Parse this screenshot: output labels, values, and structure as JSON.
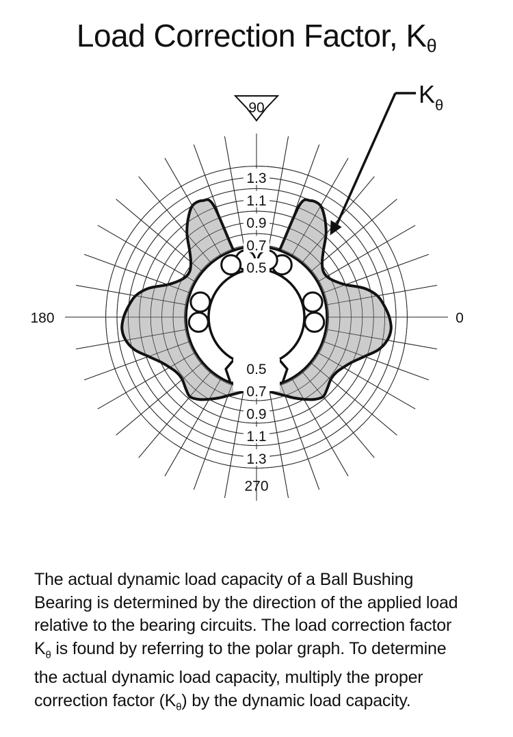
{
  "page": {
    "title_main": "Load Correction Factor, K",
    "title_sub": "θ"
  },
  "colors": {
    "ink": "#111111",
    "fill": "#cccccc",
    "grid": "#222222",
    "background": "#ffffff"
  },
  "chart_data": {
    "type": "polar",
    "title": "",
    "series": [
      {
        "name": "K",
        "name_sub": "θ",
        "note": "",
        "values": [
          [
            0,
            1.24
          ],
          [
            5,
            1.2
          ],
          [
            10,
            1.15
          ],
          [
            15,
            1.05
          ],
          [
            20,
            0.9
          ],
          [
            25,
            0.82
          ],
          [
            30,
            0.78
          ],
          [
            35,
            0.78
          ],
          [
            40,
            0.82
          ],
          [
            45,
            0.9
          ],
          [
            50,
            1.02
          ],
          [
            55,
            1.12
          ],
          [
            60,
            1.2
          ],
          [
            65,
            1.2
          ],
          [
            69,
            1.12
          ],
          [
            72,
            0.6
          ],
          [
            84,
            0.45
          ],
          [
            96,
            0.45
          ],
          [
            108,
            0.6
          ],
          [
            111,
            1.12
          ],
          [
            115,
            1.2
          ],
          [
            120,
            1.2
          ],
          [
            125,
            1.12
          ],
          [
            130,
            1.02
          ],
          [
            135,
            0.9
          ],
          [
            140,
            0.82
          ],
          [
            145,
            0.78
          ],
          [
            150,
            0.78
          ],
          [
            155,
            0.82
          ],
          [
            160,
            0.9
          ],
          [
            165,
            1.05
          ],
          [
            170,
            1.15
          ],
          [
            175,
            1.2
          ],
          [
            180,
            1.24
          ],
          [
            185,
            1.26
          ],
          [
            190,
            1.24
          ],
          [
            195,
            1.18
          ],
          [
            200,
            1.08
          ],
          [
            205,
            1.0
          ],
          [
            210,
            0.95
          ],
          [
            215,
            0.92
          ],
          [
            220,
            0.92
          ],
          [
            225,
            0.95
          ],
          [
            230,
            0.98
          ],
          [
            235,
            0.95
          ],
          [
            240,
            0.9
          ],
          [
            245,
            0.85
          ],
          [
            250,
            0.8
          ],
          [
            255,
            0.76
          ],
          [
            260,
            0.73
          ],
          [
            265,
            0.71
          ],
          [
            270,
            0.7
          ],
          [
            275,
            0.71
          ],
          [
            280,
            0.73
          ],
          [
            285,
            0.76
          ],
          [
            290,
            0.8
          ],
          [
            295,
            0.85
          ],
          [
            300,
            0.9
          ],
          [
            305,
            0.95
          ],
          [
            310,
            0.98
          ],
          [
            315,
            0.95
          ],
          [
            320,
            0.92
          ],
          [
            325,
            0.92
          ],
          [
            330,
            0.95
          ],
          [
            335,
            1.0
          ],
          [
            340,
            1.08
          ],
          [
            345,
            1.18
          ],
          [
            350,
            1.24
          ],
          [
            355,
            1.26
          ]
        ]
      }
    ],
    "angle_labels": [
      {
        "angle": 0,
        "text": "0"
      },
      {
        "angle": 90,
        "text": "90"
      },
      {
        "angle": 180,
        "text": "180"
      },
      {
        "angle": 270,
        "text": "270"
      }
    ],
    "radial_ticks": [
      "0.5",
      "0.7",
      "0.9",
      "1.1",
      "1.3"
    ],
    "rlim": [
      0.3,
      1.4
    ],
    "angular_grid_step_deg": 10,
    "load_direction_arrow_angle": 90,
    "legend": "callout-arrow-top-right",
    "grid": true
  },
  "description": {
    "line1": "The actual dynamic load capacity of a Ball Bushing",
    "line2": "Bearing is determined by the direction of the applied load",
    "line3": "relative to the bearing circuits. The load correction factor",
    "line4_k": "K",
    "line4_sub": "θ",
    "line4_rest": " is found by referring to the polar graph. To determine",
    "line5": "the actual dynamic load capacity, multiply the proper",
    "line6_pre": "correction factor (K",
    "line6_sub": "θ",
    "line6_post": ") by the dynamic load capacity."
  }
}
